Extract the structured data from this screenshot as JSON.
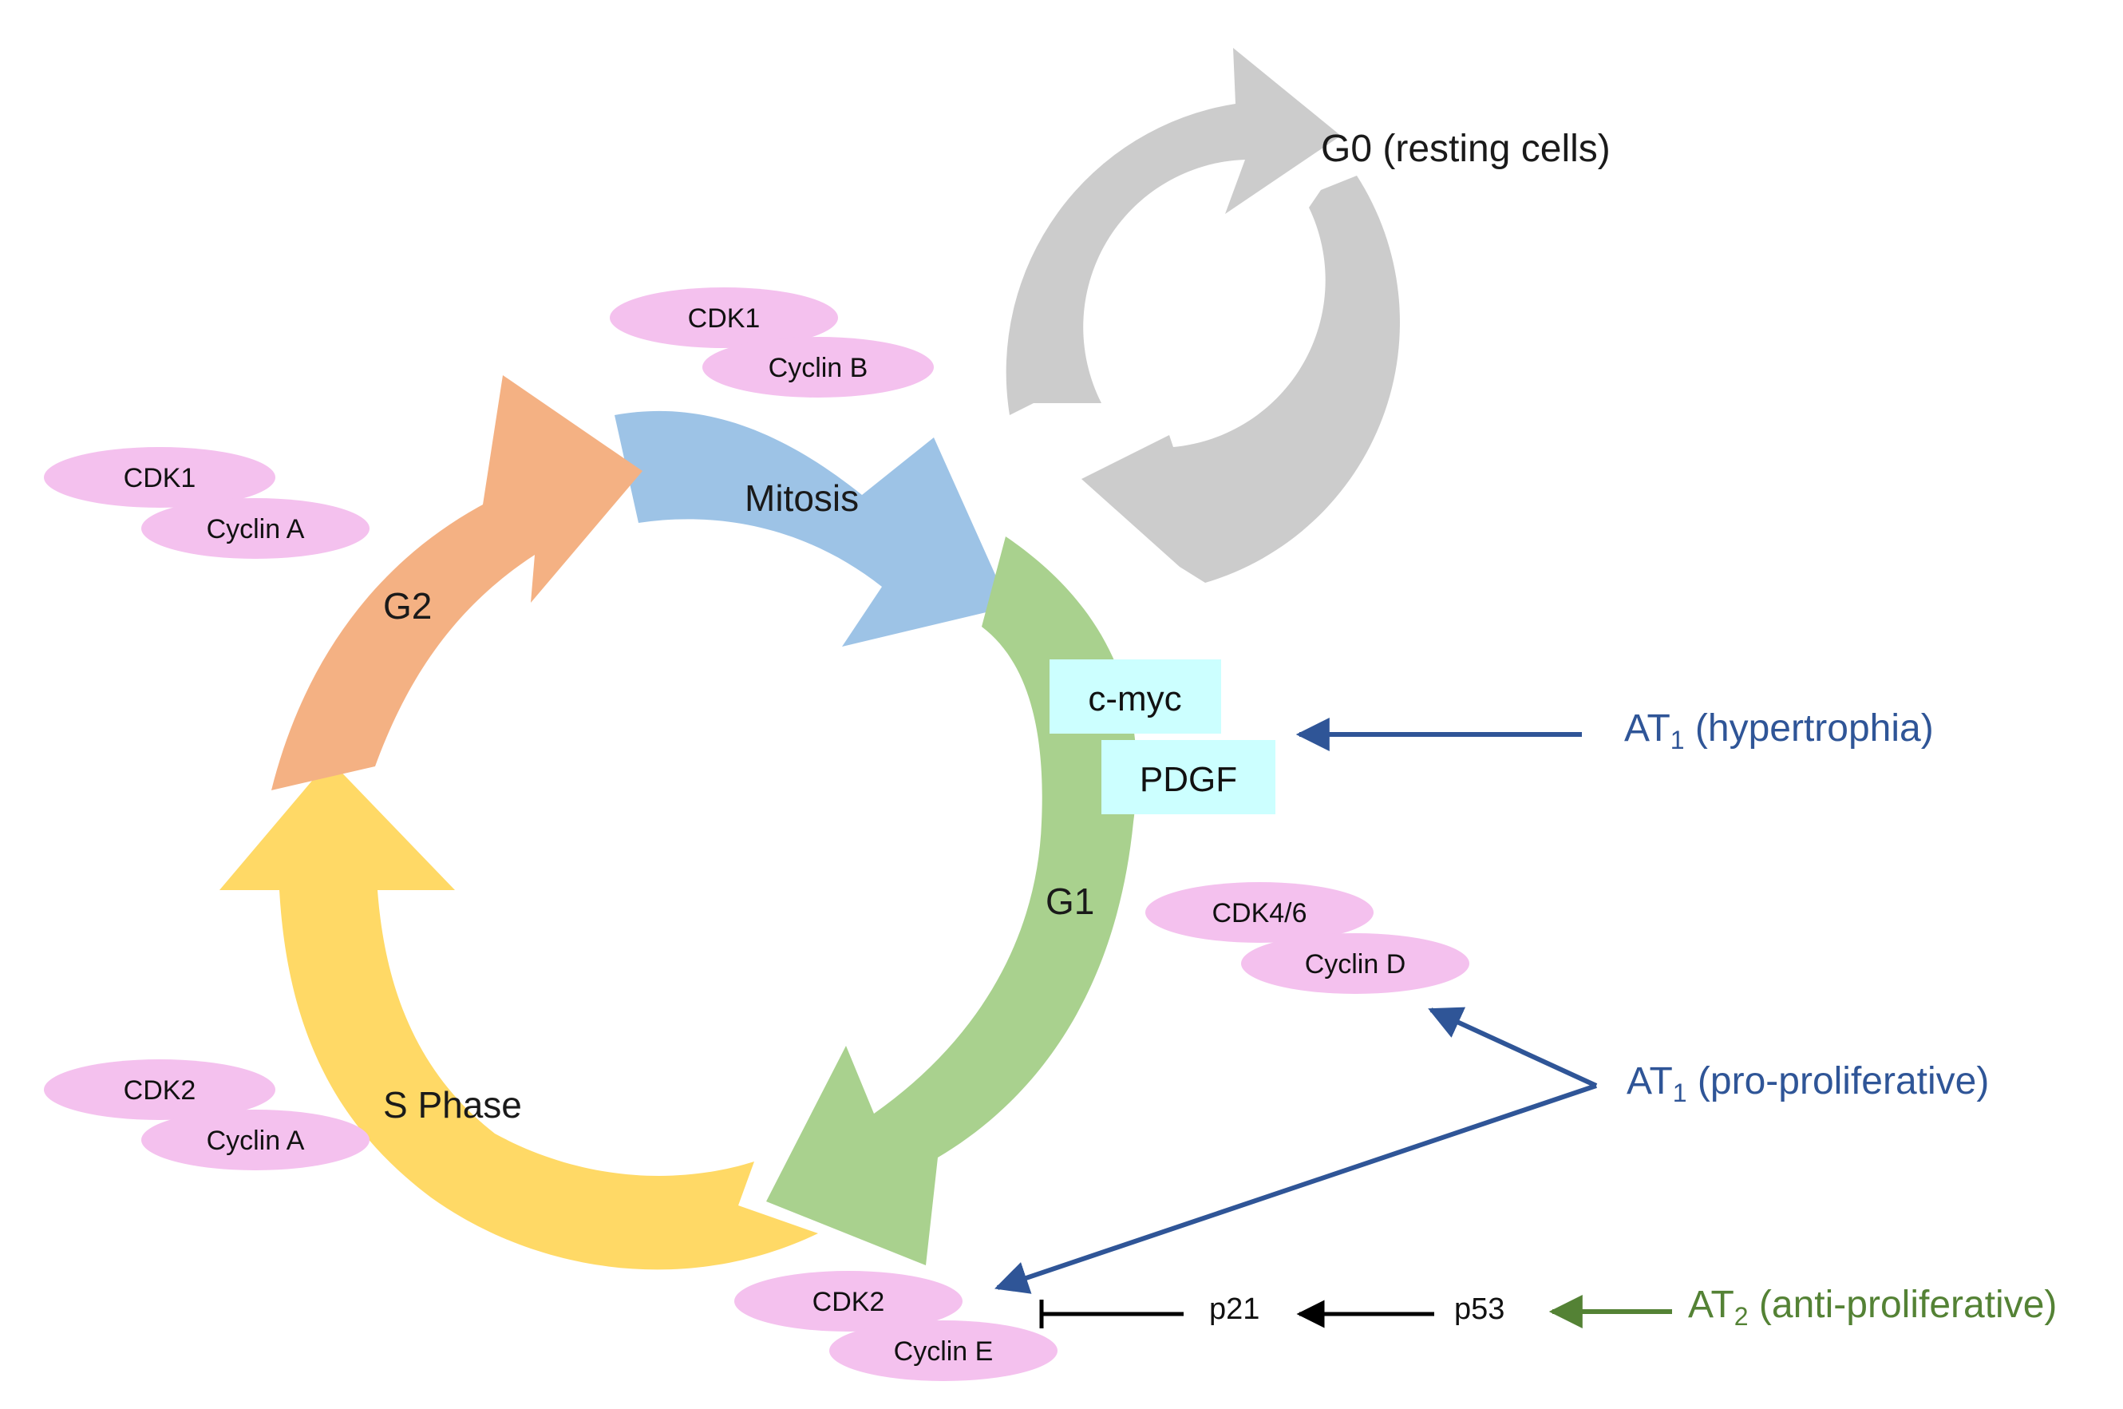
{
  "colors": {
    "mitosis": "#9dc3e6",
    "g1": "#a9d18e",
    "s_phase": "#ffd966",
    "g2": "#f4b183",
    "g0": "#cccccc",
    "complex": "#f4c1ee",
    "factor_box": "#ccffff",
    "at1": "#2f5597",
    "at2": "#548235",
    "inhibition": "#000000"
  },
  "phases": {
    "mitosis": "Mitosis",
    "g1": "G1",
    "s_phase": "S Phase",
    "g2": "G2"
  },
  "g0": {
    "label": "G0 (resting cells)"
  },
  "complexes": {
    "m_cdk": {
      "cdk": "CDK1",
      "cyclin": "Cyclin B"
    },
    "g2_cdk": {
      "cdk": "CDK1",
      "cyclin": "Cyclin A"
    },
    "g1_cdk": {
      "cdk": "CDK4/6",
      "cyclin": "Cyclin D"
    },
    "s_cdk": {
      "cdk": "CDK2",
      "cyclin": "Cyclin A"
    },
    "g1s_cdk": {
      "cdk": "CDK2",
      "cyclin": "Cyclin E"
    }
  },
  "factors": {
    "cmyc": "c-myc",
    "pdgf": "PDGF"
  },
  "regulators": {
    "p21": "p21",
    "p53": "p53"
  },
  "receptors": {
    "at1_hyper": {
      "main": "AT",
      "sub": "1",
      "desc": " (hypertrophia)"
    },
    "at1_pro": {
      "main": "AT",
      "sub": "1",
      "desc": " (pro-proliferative)"
    },
    "at2_anti": {
      "main": "AT",
      "sub": "2",
      "desc": " (anti-proliferative)"
    }
  }
}
